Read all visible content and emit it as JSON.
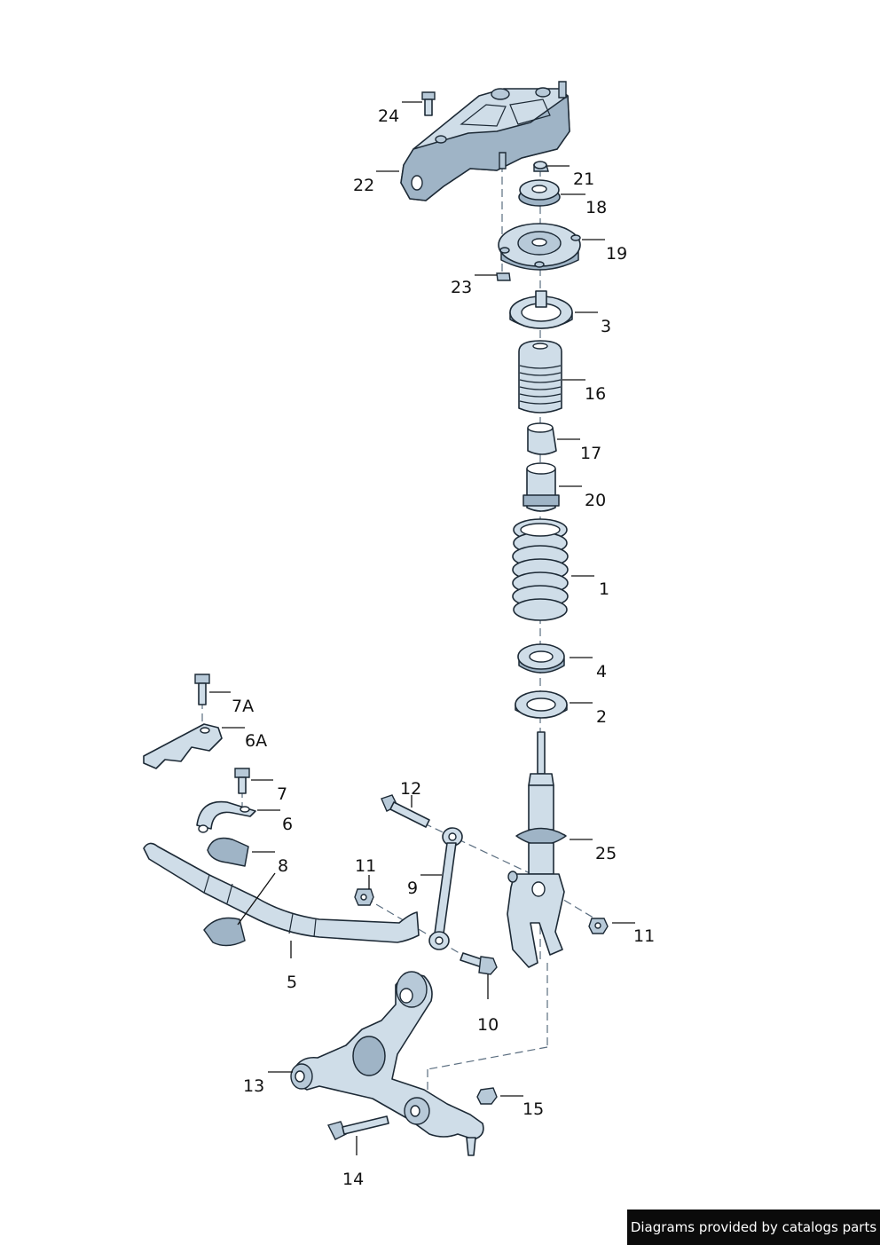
{
  "callouts": [
    {
      "id": "24",
      "text": "24"
    },
    {
      "id": "22",
      "text": "22"
    },
    {
      "id": "21",
      "text": "21"
    },
    {
      "id": "18",
      "text": "18"
    },
    {
      "id": "19",
      "text": "19"
    },
    {
      "id": "23",
      "text": "23"
    },
    {
      "id": "3",
      "text": "3"
    },
    {
      "id": "16",
      "text": "16"
    },
    {
      "id": "17",
      "text": "17"
    },
    {
      "id": "20",
      "text": "20"
    },
    {
      "id": "1",
      "text": "1"
    },
    {
      "id": "4",
      "text": "4"
    },
    {
      "id": "2",
      "text": "2"
    },
    {
      "id": "7A",
      "text": "7A"
    },
    {
      "id": "6A",
      "text": "6A"
    },
    {
      "id": "7",
      "text": "7"
    },
    {
      "id": "6",
      "text": "6"
    },
    {
      "id": "8",
      "text": "8"
    },
    {
      "id": "12",
      "text": "12"
    },
    {
      "id": "25",
      "text": "25"
    },
    {
      "id": "11a",
      "text": "11"
    },
    {
      "id": "9",
      "text": "9"
    },
    {
      "id": "11b",
      "text": "11"
    },
    {
      "id": "5",
      "text": "5"
    },
    {
      "id": "10",
      "text": "10"
    },
    {
      "id": "13",
      "text": "13"
    },
    {
      "id": "15",
      "text": "15"
    },
    {
      "id": "14",
      "text": "14"
    }
  ],
  "footer": {
    "text": "Diagrams provided by catalogs parts"
  }
}
